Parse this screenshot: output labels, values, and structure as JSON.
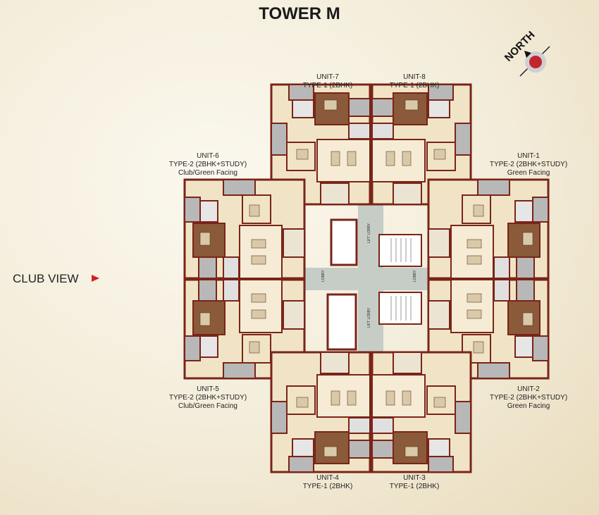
{
  "title": "TOWER M",
  "compass": {
    "label": "NORTH"
  },
  "club_view": "CLUB VIEW",
  "core": {
    "lobby_left": "LOBBY",
    "lobby_right": "LOBBY",
    "lift_lobby_top": "LIFT LOBBY",
    "lift_lobby_bottom": "LIFT LOBBY"
  },
  "units": [
    {
      "id": "unit-7",
      "name": "UNIT-7",
      "type": "TYPE-1 (2BHK)"
    },
    {
      "id": "unit-8",
      "name": "UNIT-8",
      "type": "TYPE-1 (2BHK)"
    },
    {
      "id": "unit-6",
      "name": "UNIT-6",
      "type": "TYPE-2 (2BHK+STUDY)",
      "facing": "Club/Green Facing"
    },
    {
      "id": "unit-1",
      "name": "UNIT-1",
      "type": "TYPE-2 (2BHK+STUDY)",
      "facing": "Green Facing"
    },
    {
      "id": "unit-5",
      "name": "UNIT-5",
      "type": "TYPE-2 (2BHK+STUDY)",
      "facing": "Club/Green Facing"
    },
    {
      "id": "unit-2",
      "name": "UNIT-2",
      "type": "TYPE-2 (2BHK+STUDY)",
      "facing": "Green Facing"
    },
    {
      "id": "unit-4",
      "name": "UNIT-4",
      "type": "TYPE-1 (2BHK)"
    },
    {
      "id": "unit-3",
      "name": "UNIT-3",
      "type": "TYPE-1 (2BHK)"
    }
  ],
  "colors": {
    "wall": "#7a2418",
    "bedroom": "#8a5a3a",
    "floor": "#f1e4c6",
    "balcony": "#b8b8b8",
    "corridor": "#c9cfc9",
    "accent": "#d21f1f"
  }
}
